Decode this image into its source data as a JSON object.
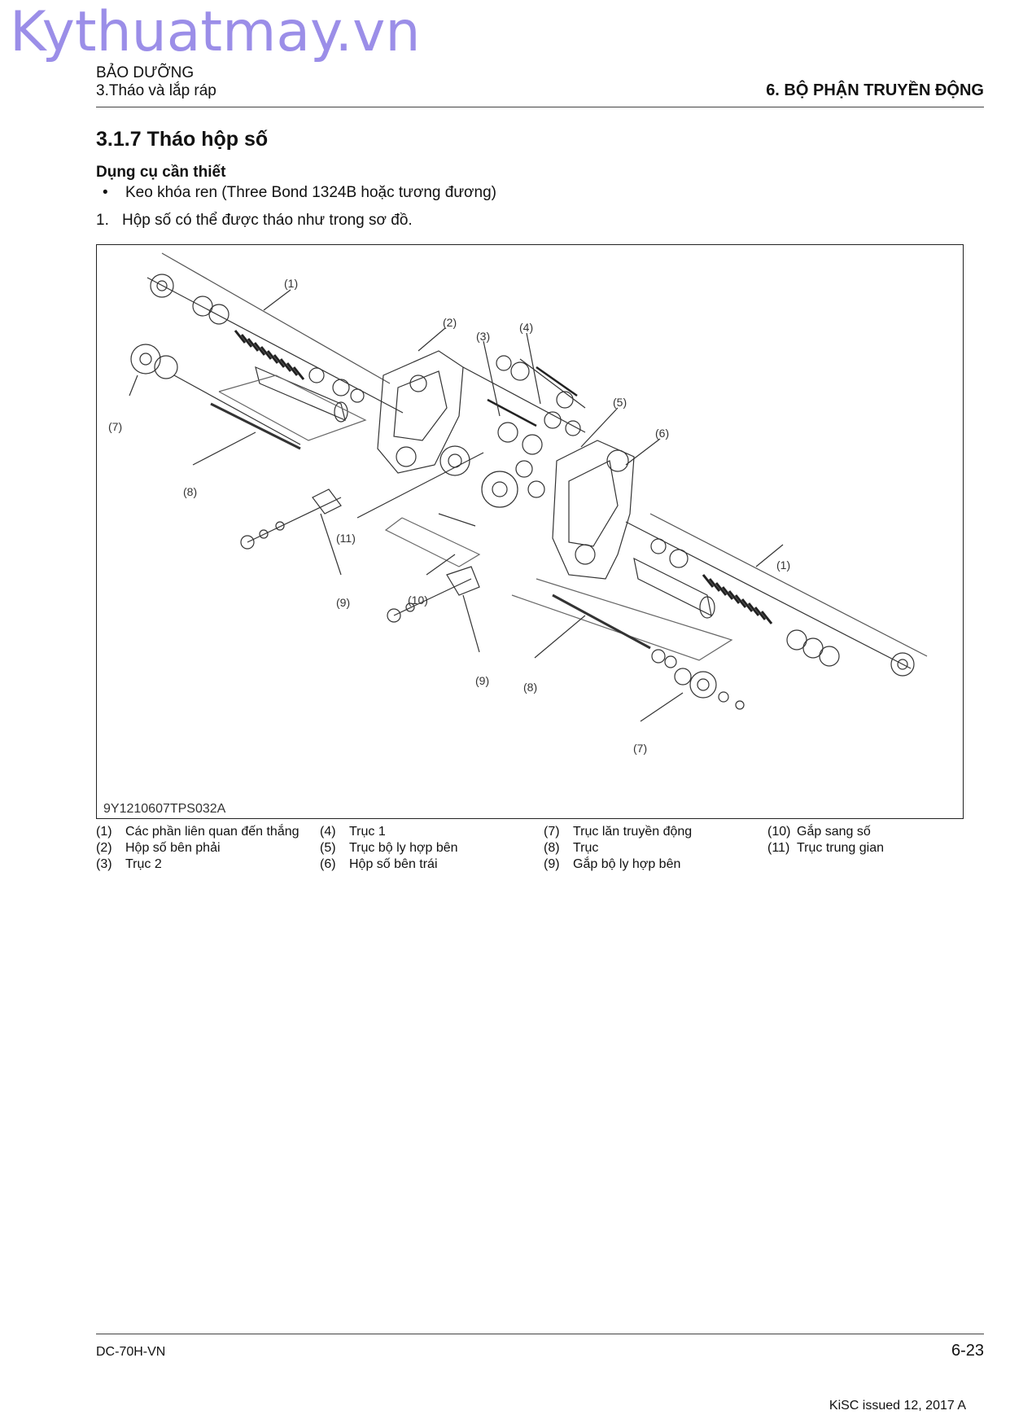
{
  "watermark": "Kythuatmay.vn",
  "header": {
    "section": "BẢO DƯỠNG",
    "subsection": "3.Tháo và lắp ráp",
    "chapter": "6. BỘ PHẬN TRUYỀN ĐỘNG"
  },
  "content": {
    "title": "3.1.7 Tháo hộp số",
    "tools_heading": "Dụng cụ cần thiết",
    "bullet_mark": "•",
    "tools_item": "Keo khóa ren (Three Bond 1324B hoặc tương đương)",
    "step_number": "1.",
    "step_text": "Hộp số có thể được tháo như trong sơ đồ."
  },
  "figure": {
    "code": "9Y1210607TPS032A",
    "callouts": {
      "c1": "(1)",
      "c2": "(2)",
      "c3": "(3)",
      "c4": "(4)",
      "c5": "(5)",
      "c6": "(6)",
      "c7": "(7)",
      "c8": "(8)",
      "c9": "(9)",
      "c10": "(10)",
      "c11": "(11)"
    }
  },
  "legend": [
    {
      "num": "(1)",
      "label": "Các phần liên quan đến thắng"
    },
    {
      "num": "(2)",
      "label": "Hộp số bên phải"
    },
    {
      "num": "(3)",
      "label": "Trục 2"
    },
    {
      "num": "(4)",
      "label": "Trục 1"
    },
    {
      "num": "(5)",
      "label": "Trục bộ ly hợp bên"
    },
    {
      "num": "(6)",
      "label": "Hộp số bên trái"
    },
    {
      "num": "(7)",
      "label": "Trục lăn truyền động"
    },
    {
      "num": "(8)",
      "label": "Trục"
    },
    {
      "num": "(9)",
      "label": "Gắp bộ ly hợp bên"
    },
    {
      "num": "(10)",
      "label": "Gắp sang số"
    },
    {
      "num": "(11)",
      "label": "Trục trung gian"
    }
  ],
  "footer": {
    "doc_code": "DC-70H-VN",
    "page": "6-23",
    "issued": "KiSC issued 12, 2017 A"
  }
}
